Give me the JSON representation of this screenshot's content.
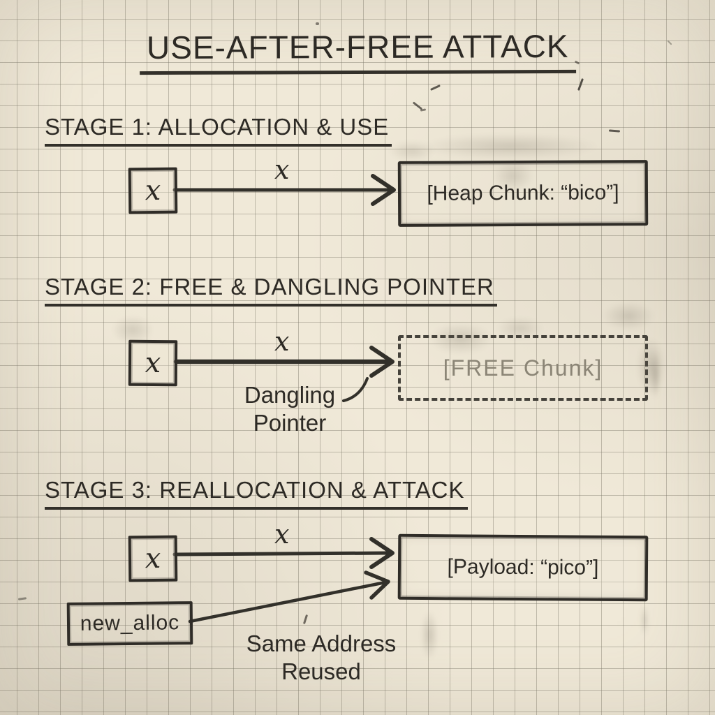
{
  "title": "USE-AFTER-FREE ATTACK",
  "colors": {
    "paper": "#f0e9d8",
    "grid_line": "#a8a497",
    "ink": "#2d2a25",
    "pencil_gray": "#8b8576"
  },
  "stages": [
    {
      "heading": "STAGE 1: ALLOCATION & USE",
      "pointer_label": "x",
      "arrow_label": "x",
      "target_label": "[Heap Chunk: “bico”]"
    },
    {
      "heading": "STAGE 2: FREE & DANGLING POINTER",
      "pointer_label": "x",
      "arrow_label": "x",
      "target_label": "[FREE Chunk]",
      "annotation_line1": "Dangling",
      "annotation_line2": "Pointer"
    },
    {
      "heading": "STAGE 3: REALLOCATION & ATTACK",
      "pointer_label": "x",
      "arrow_label": "x",
      "target_label": "[Payload: “pico”]",
      "new_alloc_label": "new_alloc",
      "annotation_line1": "Same Address",
      "annotation_line2": "Reused"
    }
  ]
}
